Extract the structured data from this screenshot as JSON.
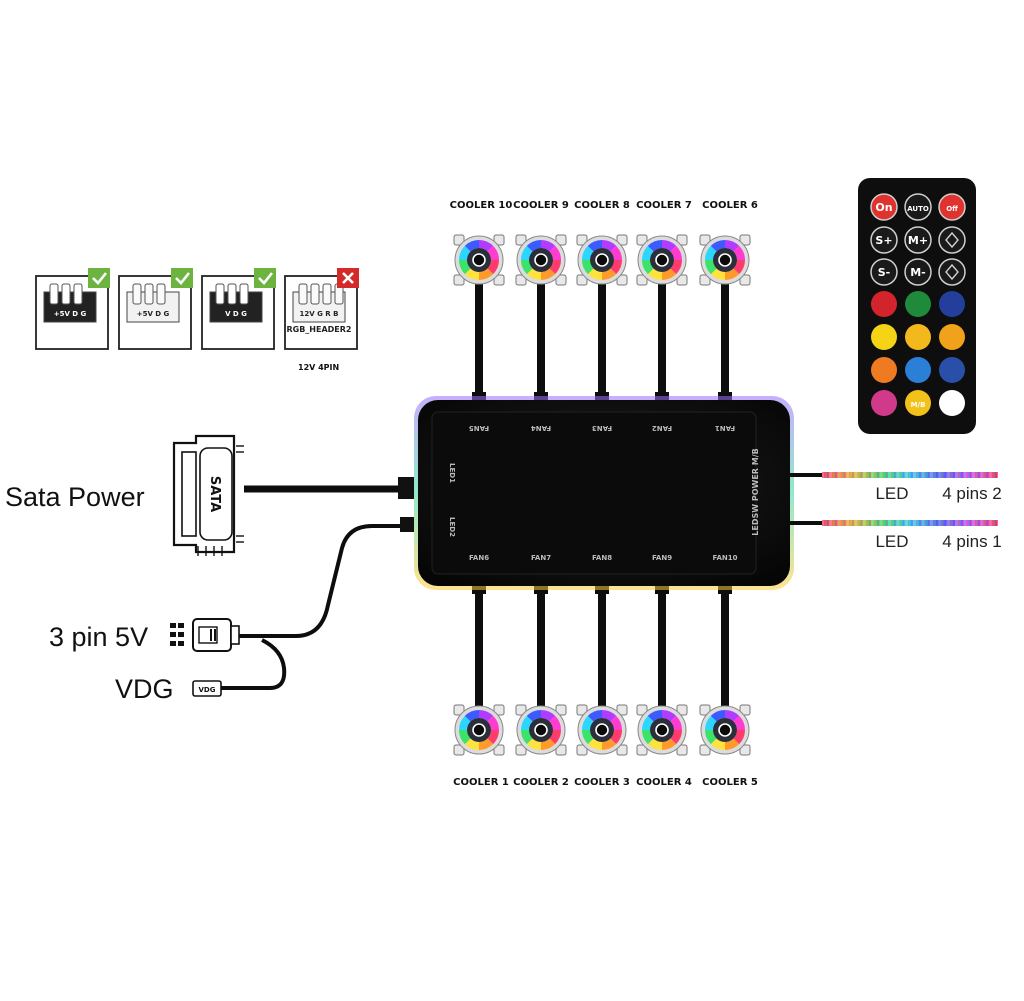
{
  "labels": {
    "sata_power": "Sata Power",
    "three_pin_5v": "3 pin 5V",
    "vdg": "VDG",
    "sata_plug_text": "SATA",
    "vdg_plug_text": "VDG",
    "header_caption": "12V 4PIN"
  },
  "led_strips": [
    {
      "led": "LED",
      "pins": "4 pins 2"
    },
    {
      "led": "LED",
      "pins": "4 pins 1"
    }
  ],
  "top_coolers": [
    "COOLER 10",
    "COOLER 9",
    "COOLER 8",
    "COOLER 7",
    "COOLER 6"
  ],
  "bottom_coolers": [
    "COOLER 1",
    "COOLER 2",
    "COOLER 3",
    "COOLER 4",
    "COOLER 5"
  ],
  "hub": {
    "top_ports": [
      "FAN5",
      "FAN4",
      "FAN3",
      "FAN2",
      "FAN1"
    ],
    "bottom_ports": [
      "FAN6",
      "FAN7",
      "FAN8",
      "FAN9",
      "FAN10"
    ],
    "left_ports": [
      "LED1",
      "LED2"
    ],
    "right_text": "LEDSW POWER M/B"
  },
  "headers": [
    {
      "pins": "+5V  D  G",
      "status": "check"
    },
    {
      "pins": "+5V  D  G",
      "status": "check"
    },
    {
      "pins": "V  D  G",
      "status": "check"
    },
    {
      "pins": "12V G R B",
      "sub": "RGB_HEADER2",
      "status": "cross"
    }
  ],
  "remote": {
    "rows": [
      [
        {
          "label": "On",
          "color": "#e0322e"
        },
        {
          "label": "AUTO",
          "color": "#1a1a1a"
        },
        {
          "label": "Off",
          "color": "#e0322e"
        }
      ],
      [
        {
          "label": "S+",
          "color": "#1a1a1a"
        },
        {
          "label": "M+",
          "color": "#1a1a1a"
        },
        {
          "label": "",
          "color": "#1a1a1a"
        }
      ],
      [
        {
          "label": "S-",
          "color": "#1a1a1a"
        },
        {
          "label": "M-",
          "color": "#1a1a1a"
        },
        {
          "label": "",
          "color": "#1a1a1a"
        }
      ],
      [
        {
          "label": "",
          "color": "#d4242b"
        },
        {
          "label": "",
          "color": "#1f8a3b"
        },
        {
          "label": "",
          "color": "#243e9c"
        }
      ],
      [
        {
          "label": "",
          "color": "#f5d416"
        },
        {
          "label": "",
          "color": "#f3b81c"
        },
        {
          "label": "",
          "color": "#f0a21a"
        }
      ],
      [
        {
          "label": "",
          "color": "#ee7a22"
        },
        {
          "label": "",
          "color": "#2b7fd6"
        },
        {
          "label": "",
          "color": "#2a4fa8"
        }
      ],
      [
        {
          "label": "",
          "color": "#d13a8a"
        },
        {
          "label": "M/B",
          "color": "#f2c21a"
        },
        {
          "label": "",
          "color": "#ffffff"
        }
      ]
    ]
  },
  "colors": {
    "hub_body": "#111111",
    "cable": "#0d0d0d",
    "check_badge": "#6db33f",
    "cross_badge": "#d42a2a"
  }
}
